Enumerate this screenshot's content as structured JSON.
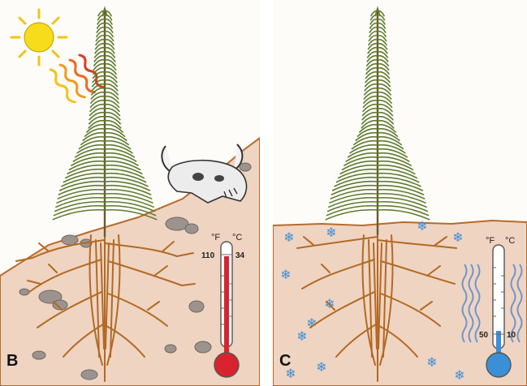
{
  "panels": [
    {
      "id": "B",
      "label": "B",
      "thermometer": {
        "unit_left": "°F",
        "unit_right": "°C",
        "mark_left": "110",
        "mark_right": "34",
        "fill_color": "#d9232e",
        "level_fraction": 0.86
      }
    },
    {
      "id": "C",
      "label": "C",
      "thermometer": {
        "unit_left": "°F",
        "unit_right": "°C",
        "mark_left": "50",
        "mark_right": "10",
        "fill_color": "#3a8fd6",
        "level_fraction": 0.12
      }
    }
  ],
  "colors": {
    "soil": "#efd4c1",
    "foliage": "#5e7a2e",
    "roots": "#b26a25",
    "sun": "#f7dc1b",
    "snow": "#3d8fd8",
    "cold_waves": "#6f95cf"
  },
  "icons": [
    "sun-icon",
    "heat-waves-icon",
    "animal-skull-icon",
    "snowflake-icon",
    "cold-waves-icon",
    "thermometer-icon"
  ]
}
